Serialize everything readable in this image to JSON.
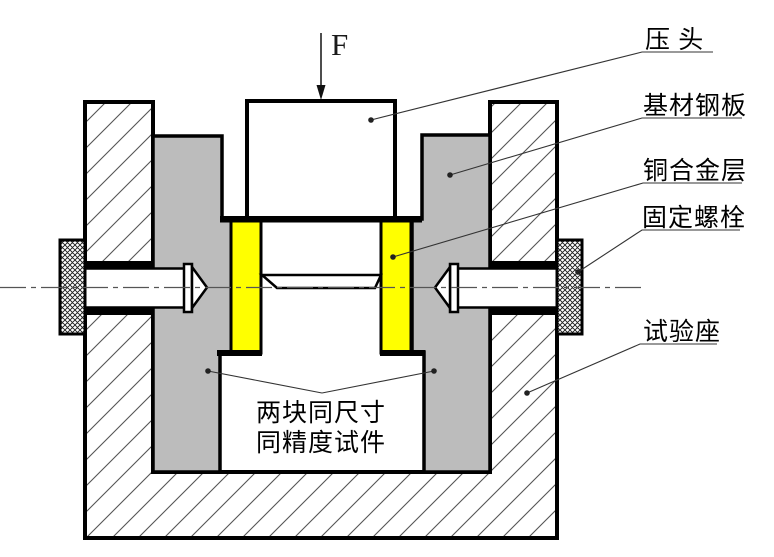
{
  "diagram": {
    "force_label": "F",
    "labels": {
      "indenter": "压 头",
      "base_steel_plate": "基材钢板",
      "copper_alloy_layer": "铜合金层",
      "fixing_bolt": "固定螺栓",
      "test_seat": "试验座"
    },
    "specimen_note": {
      "line1": "两块同尺寸",
      "line2": "同精度试件"
    }
  },
  "colors": {
    "substrate_gray": "#bcbcbc",
    "copper_layer_yellow": "#ffff00",
    "outline_black": "#000000",
    "centerline_gray": "#555555"
  }
}
